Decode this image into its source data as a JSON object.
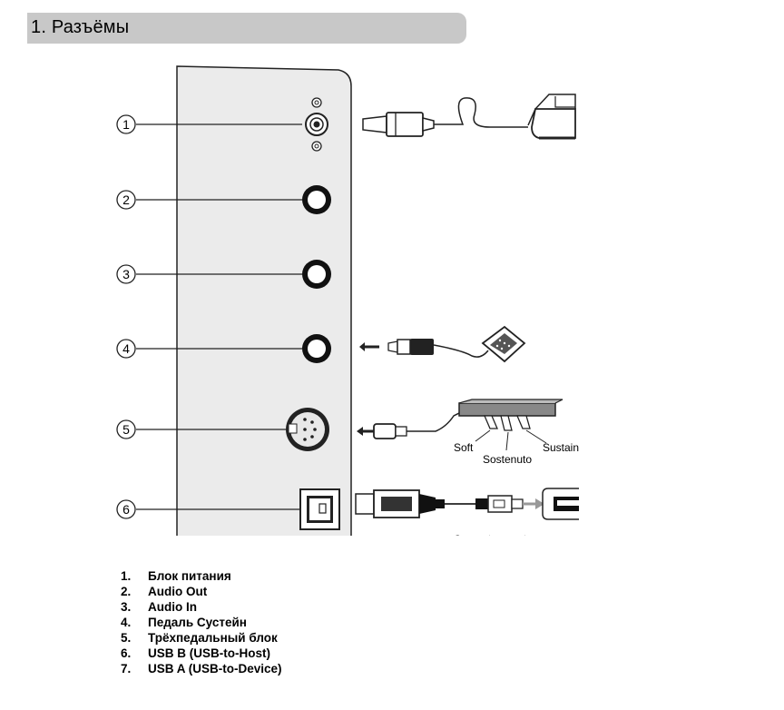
{
  "header": {
    "title": "1. Разъёмы"
  },
  "callouts": [
    "1",
    "2",
    "3",
    "4",
    "5",
    "6"
  ],
  "pedal_labels": {
    "soft": "Soft",
    "sostenuto": "Sostenuto",
    "sustain": "Sustain"
  },
  "connect_caption": "Connect computer",
  "legend": [
    {
      "num": "1.",
      "label": "Блок питания"
    },
    {
      "num": "2.",
      "label": "Audio Out"
    },
    {
      "num": "3.",
      "label": "Audio In"
    },
    {
      "num": "4.",
      "label": "Педаль Сустейн"
    },
    {
      "num": "5.",
      "label": "Трёхпедальный блок"
    },
    {
      "num": "6.",
      "label": "USB B (USB-to-Host)"
    },
    {
      "num": "7.",
      "label": "USB A (USB-to-Device)"
    }
  ]
}
